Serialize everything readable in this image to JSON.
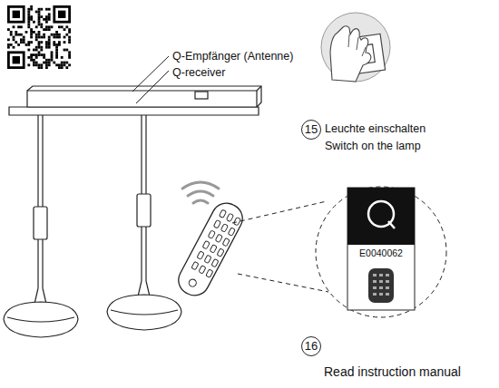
{
  "diagram": {
    "nodes": [
      {
        "text": [
          "15"
        ]
      },
      {
        "text": [
          "E0040062"
        ]
      },
      {
        "text": [
          "16"
        ]
      }
    ],
    "labels": [
      "Q-Empfänger (Antenne)",
      "Q-receiver",
      "Leuchte einschalten",
      "Switch on the lamp",
      "Read instruction manual"
    ]
  }
}
